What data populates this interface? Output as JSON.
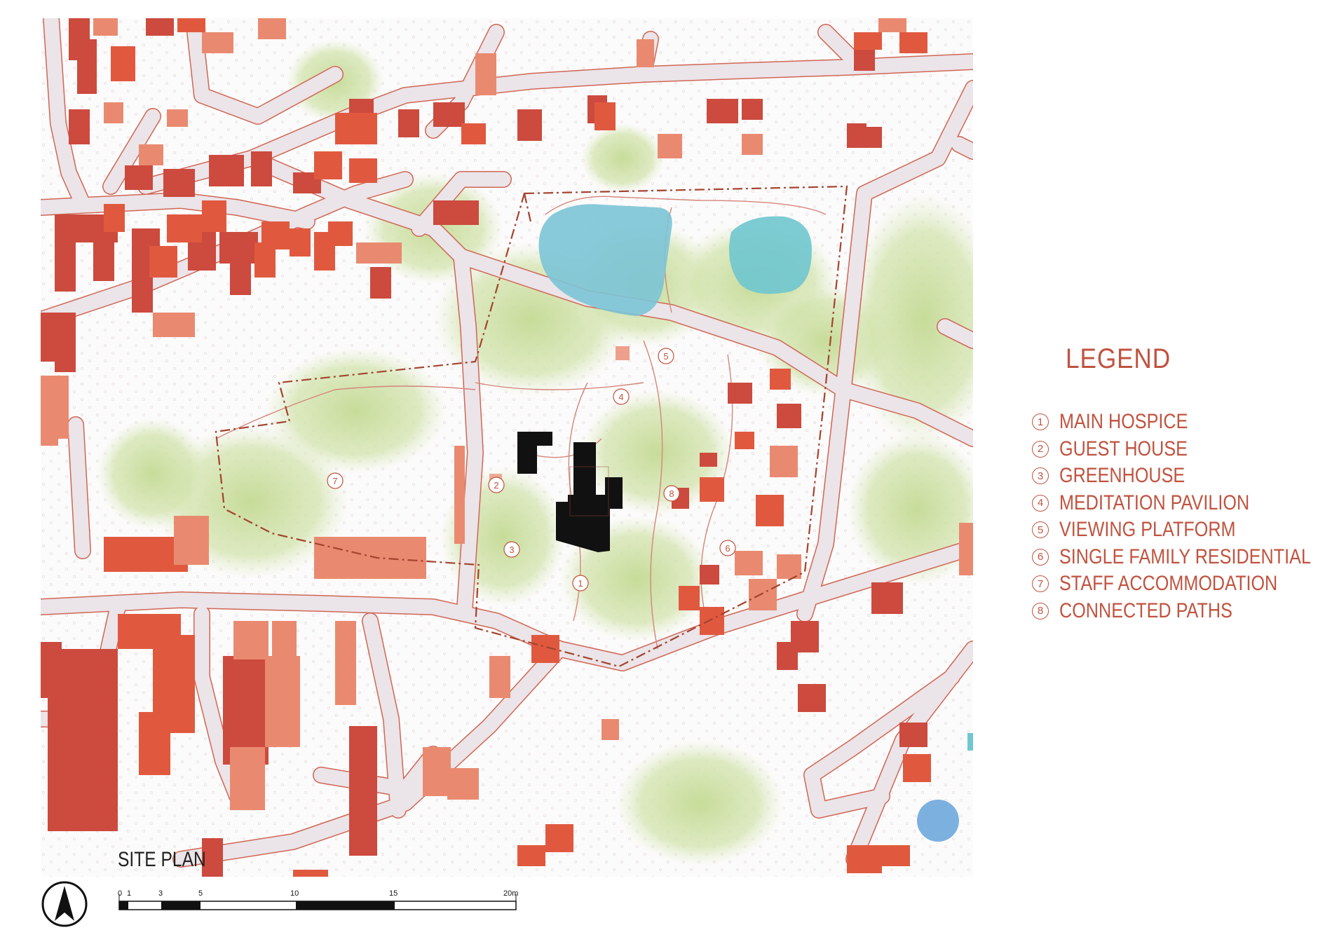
{
  "legend": {
    "title": "LEGEND",
    "items": [
      {
        "num": "1",
        "label": "MAIN HOSPICE"
      },
      {
        "num": "2",
        "label": "GUEST HOUSE"
      },
      {
        "num": "3",
        "label": "GREENHOUSE"
      },
      {
        "num": "4",
        "label": "MEDITATION PAVILION"
      },
      {
        "num": "5",
        "label": "VIEWING PLATFORM"
      },
      {
        "num": "6",
        "label": "SINGLE FAMILY RESIDENTIAL"
      },
      {
        "num": "7",
        "label": "STAFF ACCOMMODATION"
      },
      {
        "num": "8",
        "label": "CONNECTED PATHS"
      }
    ]
  },
  "plan": {
    "title": "SITE PLAN",
    "markers": [
      "1",
      "2",
      "3",
      "4",
      "5",
      "6",
      "7",
      "8"
    ]
  },
  "scale_bar": {
    "ticks": [
      "0",
      "1",
      "3",
      "5",
      "10",
      "15",
      "20m"
    ]
  },
  "colors": {
    "building_dark": "#cc4a3e",
    "building_mid": "#e0593f",
    "building_light": "#e98a70",
    "road": "#e9e2e6",
    "road_edge": "#d06655",
    "pond": "#7cc4d6",
    "tree": "#c9dfa0",
    "hospice": "#111111",
    "boundary": "#a4432f",
    "legend_text": "#c0533f"
  }
}
